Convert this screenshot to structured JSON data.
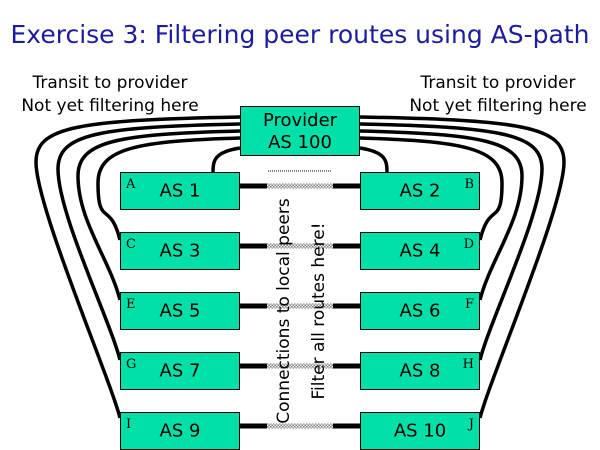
{
  "title": "Exercise 3: Filtering peer routes using AS-path",
  "notes": {
    "left": [
      "Transit to provider",
      "Not yet filtering here"
    ],
    "right": [
      "Transit to provider",
      "Not yet filtering here"
    ]
  },
  "provider": {
    "line1": "Provider",
    "line2": "AS 100"
  },
  "left_boxes": [
    {
      "letter": "A",
      "label": "AS 1"
    },
    {
      "letter": "C",
      "label": "AS 3"
    },
    {
      "letter": "E",
      "label": "AS 5"
    },
    {
      "letter": "G",
      "label": "AS 7"
    },
    {
      "letter": "I",
      "label": "AS 9"
    }
  ],
  "right_boxes": [
    {
      "letter": "B",
      "label": "AS 2"
    },
    {
      "letter": "D",
      "label": "AS 4"
    },
    {
      "letter": "F",
      "label": "AS 6"
    },
    {
      "letter": "H",
      "label": "AS 8"
    },
    {
      "letter": "J",
      "label": "AS 10"
    }
  ],
  "center_labels": {
    "peers": "Connections to local peers",
    "filter": "Filter all routes here!"
  },
  "colors": {
    "title": "#1c1c9c",
    "box": "#00e0a8"
  }
}
